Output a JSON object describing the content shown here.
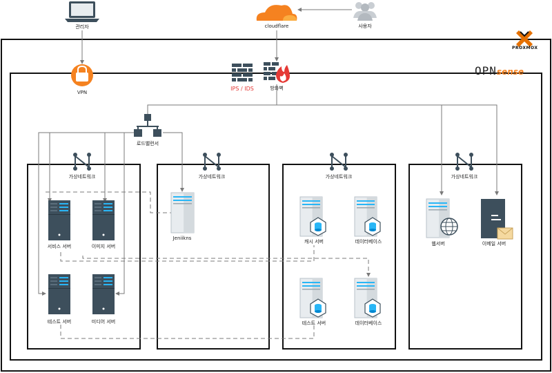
{
  "top": {
    "admin_label": "관리자",
    "cloudflare_label": "cloudflare",
    "user_label": "사용자",
    "vpn_label": "VPN",
    "ips_label": "IPS / IDS",
    "firewall_label": "방화벽",
    "lb_label": "로드밸런서"
  },
  "brands": {
    "proxmox_label": "PROXMOX",
    "opnsense_prefix": "OPN",
    "opnsense_suffix": "sense"
  },
  "networks": {
    "n1_label": "가상네트워크",
    "n2_label": "가상네트워크",
    "n3_label": "가상네트워크",
    "n4_label": "가상네트워크"
  },
  "servers": {
    "service_label": "서비스 서버",
    "image_label": "이미지 서버",
    "test_label": "테스트 서버",
    "media_label": "미디어 서버",
    "jenkins_label": "Jeniikns",
    "cache_label": "캐시 서버",
    "db_label": "데이터베이스",
    "test2_label": "테스트 서버",
    "db2_label": "데이터베이스",
    "web_label": "웹서버",
    "mail_label": "이메일 서버"
  },
  "colors": {
    "accent_orange": "#f58220",
    "server_dark": "#3d4f5c",
    "server_light": "#e8ecef",
    "blue_stripe": "#29b6f6",
    "red": "#e53935",
    "line_gray": "#7a7a7a"
  }
}
